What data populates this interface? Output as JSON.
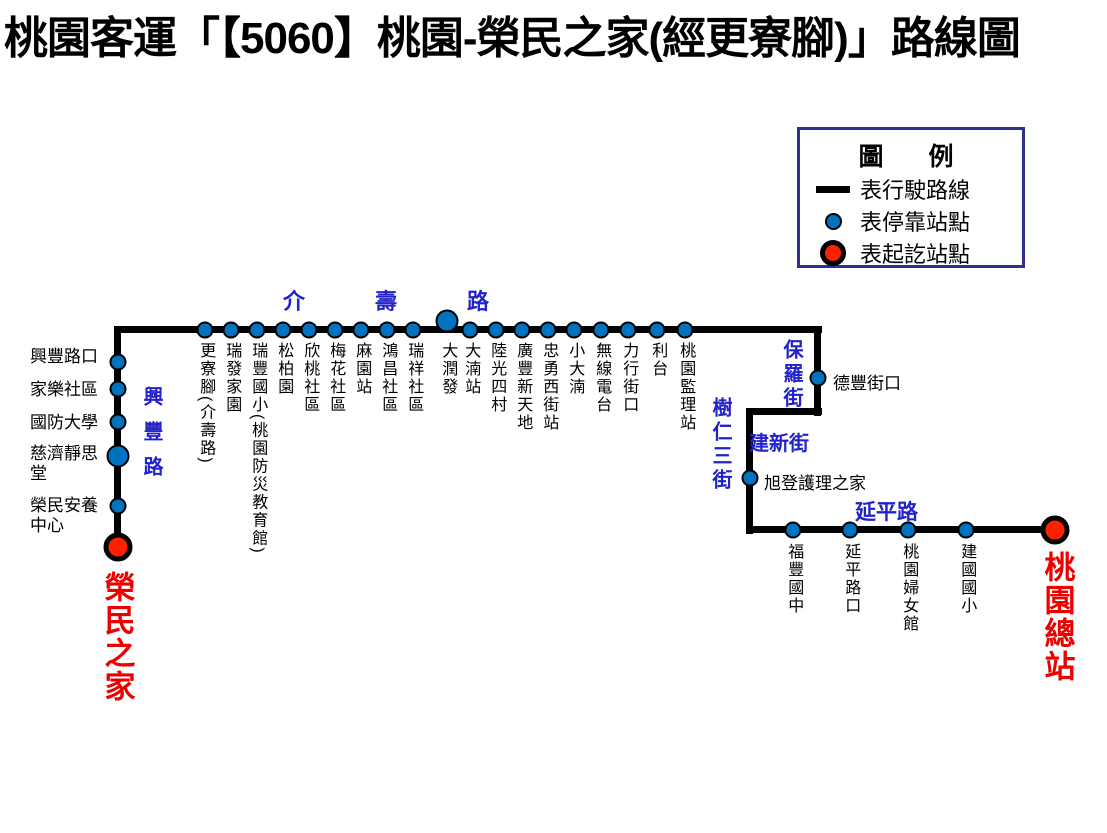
{
  "title": "桃園客運「【5060】桃園-榮民之家(經更寮腳)」路線圖",
  "legend": {
    "title": "圖　例",
    "route_line_label": "表行駛路線",
    "stop_label": "表停靠站點",
    "terminal_label": "表起訖站點"
  },
  "streets": {
    "xingfeng": "興豐路",
    "jieshou": "介壽路",
    "baoluo": "保羅街",
    "jianxin": "建新街",
    "shurensan": "樹仁三街",
    "yanping": "延平路"
  },
  "terminals": {
    "start": "榮民之家",
    "end": "桃園總站"
  },
  "stops": {
    "left": [
      "興豐路口",
      "家樂社區",
      "國防大學",
      "慈濟靜思堂",
      "榮民安養中心"
    ],
    "top": [
      "更寮腳(介壽路)",
      "瑞發家園",
      "瑞豐國小(桃園防災教育館)",
      "松柏園",
      "欣桃社區",
      "梅花社區",
      "麻園站",
      "鴻昌社區",
      "瑞祥社區",
      "大潤發",
      "大湳站",
      "陸光四村",
      "廣豐新天地",
      "忠勇西街站",
      "小大湳",
      "無線電台",
      "力行街口",
      "利台",
      "桃園監理站"
    ],
    "right": [
      "德豐街口",
      "旭登護理之家"
    ],
    "bottom": [
      "福豐國中",
      "延平路口",
      "桃園婦女館",
      "建國國小"
    ]
  },
  "colors": {
    "line": "#000000",
    "stop_dot": "#0072C0",
    "terminal_dot": "#FF2000",
    "street_text": "#2222CC",
    "terminal_text": "#EE0000",
    "legend_border": "#2E3192",
    "label_text": "#000000"
  }
}
